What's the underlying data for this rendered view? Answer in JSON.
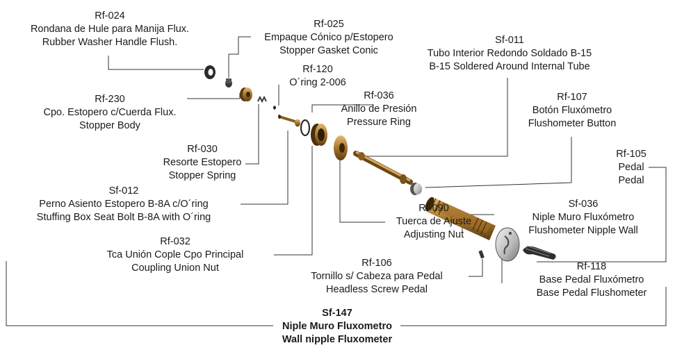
{
  "parts": {
    "rf024": {
      "code": "Rf-024",
      "es": "Rondana de Hule para Manija Flux.",
      "en": "Rubber Washer Handle Flush."
    },
    "rf025": {
      "code": "Rf-025",
      "es": "Empaque Cónico p/Estopero",
      "en": "Stopper Gasket Conic"
    },
    "sf011": {
      "code": "Sf-011",
      "es": "Tubo Interior Redondo Soldado B-15",
      "en": "B-15 Soldered Around Internal Tube"
    },
    "rf120": {
      "code": "Rf-120",
      "es": "O´ring 2-006"
    },
    "rf230": {
      "code": "Rf-230",
      "es": "Cpo. Estopero c/Cuerda Flux.",
      "en": "Stopper Body"
    },
    "rf036": {
      "code": "Rf-036",
      "es": "Anillo de Presión",
      "en": "Pressure Ring"
    },
    "rf107": {
      "code": "Rf-107",
      "es": "Botón Fluxómetro",
      "en": "Flushometer Button"
    },
    "rf030": {
      "code": "Rf-030",
      "es": "Resorte Estopero",
      "en": "Stopper Spring"
    },
    "rf105": {
      "code": "Rf-105",
      "es": "Pedal",
      "en": "Pedal"
    },
    "sf012": {
      "code": "Sf-012",
      "es": "Perno Asiento Estopero B-8A c/O´ring",
      "en": "Stuffing Box Seat Bolt B-8A with O´ring"
    },
    "sf036": {
      "code": "Sf-036",
      "es": "Niple Muro Fluxómetro",
      "en": "Flushometer Nipple Wall"
    },
    "rf090": {
      "code": "Rf-090",
      "es": "Tuerca de Ajuste",
      "en": "Adjusting Nut"
    },
    "rf032": {
      "code": "Rf-032",
      "es": "Tca Unión Cople Cpo Principal",
      "en": "Coupling Union Nut"
    },
    "rf106": {
      "code": "Rf-106",
      "es": "Tornillo s/ Cabeza para Pedal",
      "en": "Headless Screw Pedal"
    },
    "rf118": {
      "code": "Rf-118",
      "es": "Base Pedal Fluxómetro",
      "en": "Base Pedal Flushometer"
    }
  },
  "assembly": {
    "code": "Sf-147",
    "es": "Niple Muro Fluxometro",
    "en": "Wall nipple Fluxometer"
  }
}
